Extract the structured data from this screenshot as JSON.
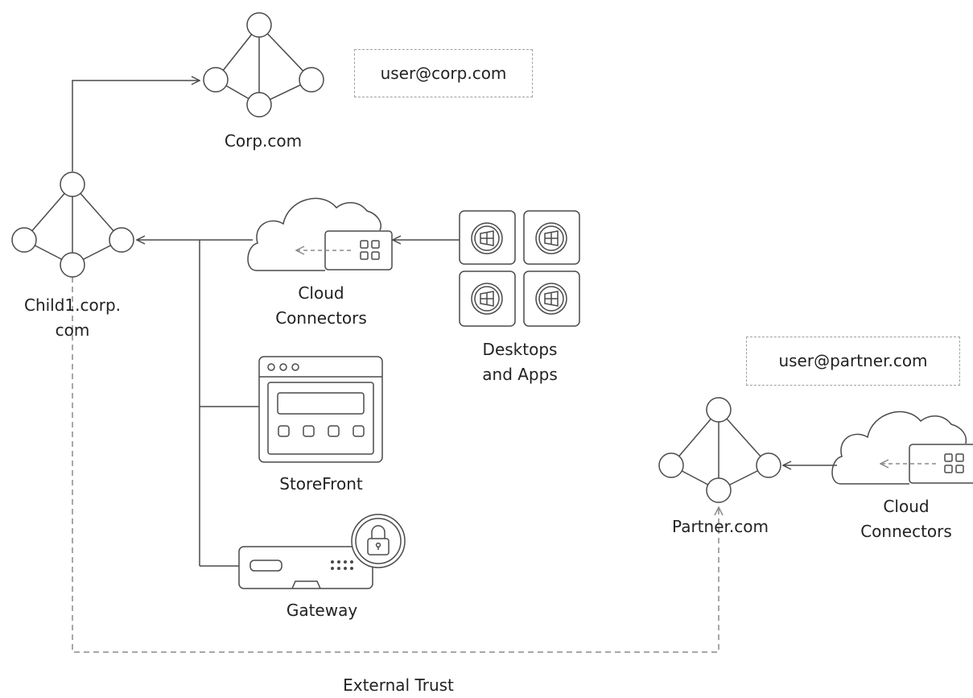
{
  "domains": {
    "corp": "Corp.com",
    "child_line1": "Child1.corp.",
    "child_line2": "com",
    "partner": "Partner.com"
  },
  "users": {
    "corp_user": "user@corp.com",
    "partner_user": "user@partner.com"
  },
  "components": {
    "cloud_connectors_line1": "Cloud",
    "cloud_connectors_line2": "Connectors",
    "desktops_line1": "Desktops",
    "desktops_line2": "and Apps",
    "storefront": "StoreFront",
    "gateway": "Gateway",
    "partner_cloud_line1": "Cloud",
    "partner_cloud_line2": "Connectors"
  },
  "trust": {
    "label": "External Trust"
  },
  "icons": {
    "domain_tree": "domain-tree-icon",
    "cloud_connector": "cloud-connector-icon",
    "windows": "windows-icon",
    "storefront": "storefront-icon",
    "gateway": "gateway-appliance-icon",
    "lock": "lock-icon"
  },
  "colors": {
    "stroke": "#4a4a4a",
    "dashed": "#8a8a8a",
    "text": "#222222"
  }
}
